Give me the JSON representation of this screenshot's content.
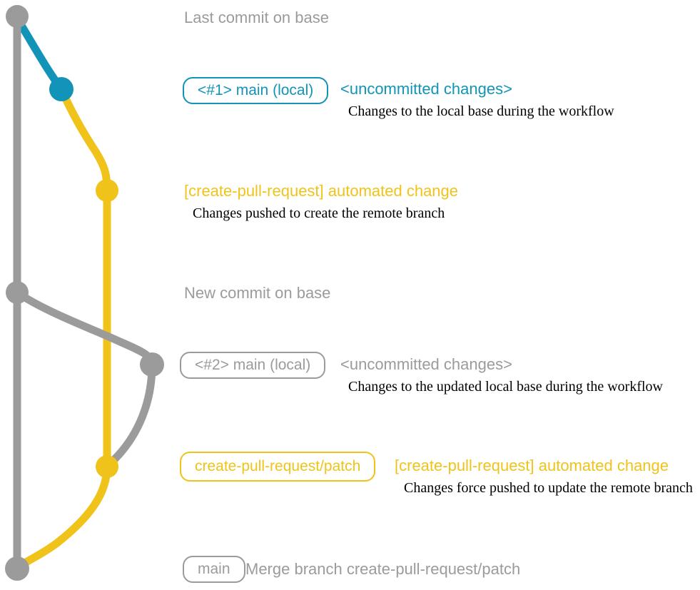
{
  "colors": {
    "gray": "#9b9b9b",
    "blue": "#1294b8",
    "yellow": "#f0c31a",
    "desc": "#000000",
    "background": "#ffffff"
  },
  "graph": {
    "branches": [
      {
        "name": "base",
        "color": "gray"
      },
      {
        "name": "local-main",
        "color": "blue"
      },
      {
        "name": "create-pull-request-patch",
        "color": "yellow"
      }
    ],
    "commits": [
      {
        "name": "last-commit-on-base",
        "color": "gray"
      },
      {
        "name": "local-main-uncommitted-1",
        "color": "blue"
      },
      {
        "name": "automated-change-1",
        "color": "yellow"
      },
      {
        "name": "new-commit-on-base",
        "color": "gray"
      },
      {
        "name": "local-main-uncommitted-2",
        "color": "gray"
      },
      {
        "name": "automated-change-2",
        "color": "yellow"
      },
      {
        "name": "merge-commit",
        "color": "gray"
      }
    ]
  },
  "rows": [
    {
      "title": "Last commit on base"
    },
    {
      "box": "<#1> main (local)",
      "title": "<uncommitted changes>",
      "desc": "Changes to the local base during the workflow"
    },
    {
      "title": "[create-pull-request] automated change",
      "desc": "Changes pushed to create the remote branch"
    },
    {
      "title": "New commit on base"
    },
    {
      "box": "<#2> main (local)",
      "title": "<uncommitted changes>",
      "desc": "Changes to the updated local base during the workflow"
    },
    {
      "box": "create-pull-request/patch",
      "title": "[create-pull-request] automated change",
      "desc": "Changes force pushed to update the remote branch"
    },
    {
      "box": "main",
      "title": "Merge branch create-pull-request/patch"
    }
  ]
}
